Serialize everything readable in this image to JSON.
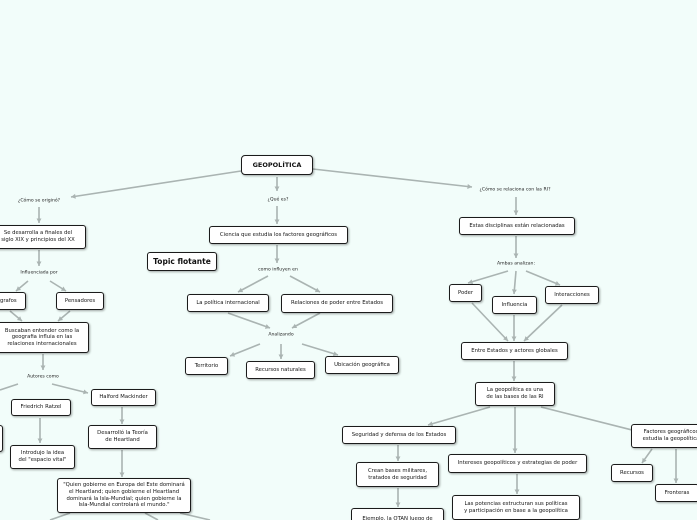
{
  "map": {
    "root": "GEOPOLÍTICA",
    "floating_topic": "Topic flotante",
    "labels": {
      "como_se_origino": "¿Cómo se originó?",
      "que_es": "¿Qué es?",
      "como_se_relaciona": "¿Cómo se relaciona con las RI?",
      "influenciada_por": "Influenciada por",
      "como_influyen_en": "como influyen en",
      "analizando": "Analizando",
      "ambas_analizan": "Ambas analizan:",
      "autores_como": "Autores como"
    },
    "nodes": {
      "se_desarrolla": "Se desarrolla a finales del\nsiglo XIX y principios del XX",
      "geografos": "Geógrafos",
      "pensadores": "Pensadores",
      "buscaban": "Buscaban entender como la\ngeografia influia en las\nrelaciones internacionales",
      "friedrich": "Friedrich Ratzel",
      "halford": "Halford Mackinder",
      "introdujo": "Introdujo la idea\ndel \"espacio vital\"",
      "desarrollo": "Desarrolló la Teoría\nde Heartland",
      "quien_gobierne": "\"Quien gobierne en Europa del Este dominará\nel Heartland; quien gobierne el Heartland\ndominará la Isla-Mundial; quien gobierne la\nIsla-Mundial controlará el mundo.\"",
      "ciencia": "Ciencia que estudia los factores geográficos",
      "politica_int": "La política internacional",
      "relaciones_poder": "Relaciones de poder entre Estados",
      "territorio": "Territorio",
      "recursos_naturales": "Recursos naturales",
      "ubicacion": "Ubicación geográfica",
      "estas_disciplinas": "Estas disciplinas están relacionadas",
      "poder": "Poder",
      "influencia": "Influencia",
      "interacciones": "Interacciones",
      "entre_estados": "Entre Estados y actores globales",
      "la_geopolitica_es": "La geopolítica es una\nde las bases de las RI",
      "seguridad": "Seguridad y defensa de los Estados",
      "intereses": "Intereses geopolíticos y estrategias de poder",
      "factores": "Factores geográficos\nestudia la geopolítica",
      "crean_bases": "Crean bases militares,\ntratados de seguridad",
      "ejemplo_otan": "Ejemplo, la OTAN luego de",
      "potencias": "Las potencias estructuran sus políticas\ny participación en base a la geopolítica",
      "recursos": "Recursos",
      "fronteras": "Fronteras"
    }
  }
}
